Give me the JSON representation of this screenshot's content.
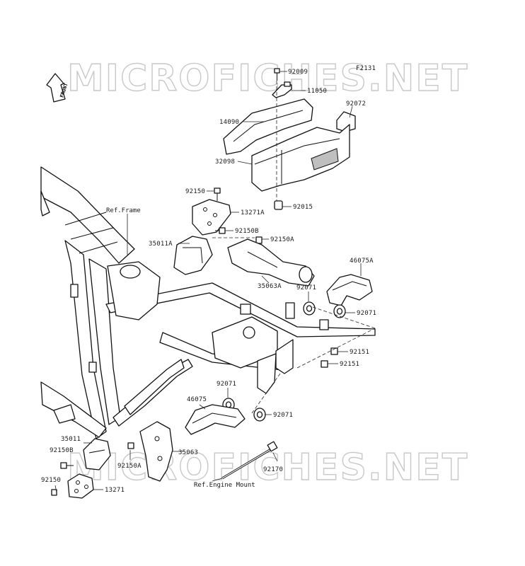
{
  "figure_code": "F2131",
  "front_label": "FRONT",
  "watermark": "MICROFICHES.NET",
  "references": {
    "frame": "Ref.Frame",
    "engine_mount": "Ref.Engine Mount"
  },
  "parts": {
    "p92009": "92009",
    "p11050": "11050",
    "p14090": "14090",
    "p92072": "92072",
    "p32098": "32098",
    "p92015": "92015",
    "p92150_top": "92150",
    "p13271A": "13271A",
    "p92150B_top": "92150B",
    "p35011A": "35011A",
    "p92150A_top": "92150A",
    "p46075A": "46075A",
    "p35063A": "35063A",
    "p92071_a": "92071",
    "p92071_b": "92071",
    "p92151_a": "92151",
    "p92151_b": "92151",
    "p92071_c": "92071",
    "p46075": "46075",
    "p92071_d": "92071",
    "p35011": "35011",
    "p92150B_bot": "92150B",
    "p35063": "35063",
    "p92150A_bot": "92150A",
    "p92170": "92170",
    "p92150_bot": "92150",
    "p13271": "13271"
  }
}
